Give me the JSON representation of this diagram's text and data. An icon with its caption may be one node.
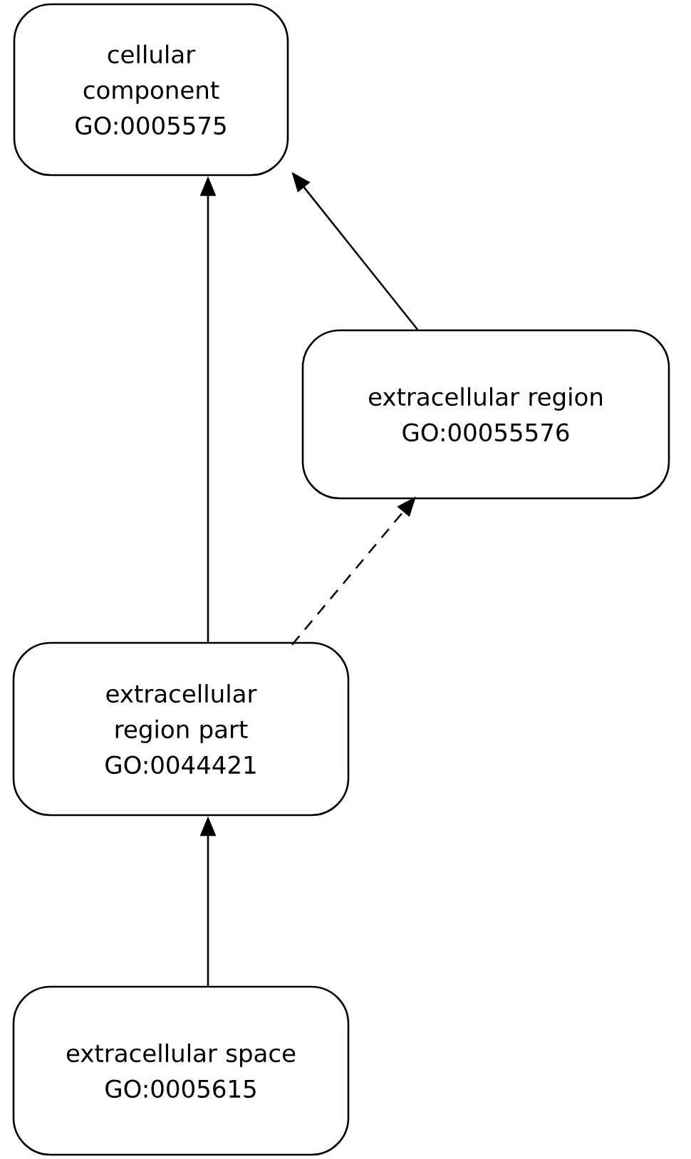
{
  "diagram": {
    "nodes": [
      {
        "text": [
          "cellular component",
          "GO:0005575"
        ]
      },
      {
        "text": [
          "extracellular region",
          "GO:00055576"
        ]
      },
      {
        "text": [
          "extracellular region part",
          "GO:0044421"
        ]
      },
      {
        "text": [
          "extracellular space",
          "GO:0005615"
        ]
      }
    ],
    "edges": [
      {
        "from": 2,
        "to": 0,
        "arrow": "to"
      },
      {
        "from": 1,
        "to": 0,
        "arrow": "to"
      },
      {
        "from": 2,
        "to": 1,
        "arrow": "to",
        "style": "dashed"
      },
      {
        "from": 3,
        "to": 2,
        "arrow": "to"
      }
    ]
  }
}
